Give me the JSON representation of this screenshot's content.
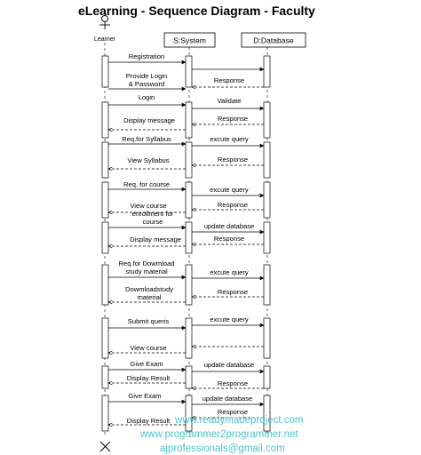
{
  "title": "eLearning - Sequence Diagram - Faculty",
  "participants": {
    "actor": "Learner",
    "system": "S:System",
    "database": "D:Database"
  },
  "messages": [
    {
      "label": [
        "Registration"
      ],
      "from": "actor",
      "to": "system",
      "kind": "sync"
    },
    {
      "label": [
        "Provide Login",
        "& Password"
      ],
      "from": "actor",
      "to": "system",
      "kind": "sync"
    },
    {
      "label": [
        "Response"
      ],
      "from": "database",
      "to": "system",
      "kind": "return"
    },
    {
      "label": [
        "Login"
      ],
      "from": "actor",
      "to": "system",
      "kind": "sync"
    },
    {
      "label": [
        "Validate"
      ],
      "from": "system",
      "to": "database",
      "kind": "sync"
    },
    {
      "label": [
        "Response"
      ],
      "from": "database",
      "to": "system",
      "kind": "return"
    },
    {
      "label": [
        "Display message"
      ],
      "from": "system",
      "to": "actor",
      "kind": "return"
    },
    {
      "label": [
        "Req.for Syllabus"
      ],
      "from": "actor",
      "to": "system",
      "kind": "sync"
    },
    {
      "label": [
        "excute query"
      ],
      "from": "system",
      "to": "database",
      "kind": "sync"
    },
    {
      "label": [
        "Response"
      ],
      "from": "database",
      "to": "system",
      "kind": "return"
    },
    {
      "label": [
        "View Syllabus"
      ],
      "from": "system",
      "to": "actor",
      "kind": "return"
    },
    {
      "label": [
        "Req. for course"
      ],
      "from": "actor",
      "to": "system",
      "kind": "sync"
    },
    {
      "label": [
        "excute query"
      ],
      "from": "system",
      "to": "database",
      "kind": "sync"
    },
    {
      "label": [
        "Response"
      ],
      "from": "database",
      "to": "system",
      "kind": "return"
    },
    {
      "label": [
        "View course"
      ],
      "from": "system",
      "to": "actor",
      "kind": "return"
    },
    {
      "label": [
        "enrollment for",
        "course"
      ],
      "from": "actor",
      "to": "system",
      "kind": "sync"
    },
    {
      "label": [
        "update database"
      ],
      "from": "system",
      "to": "database",
      "kind": "sync"
    },
    {
      "label": [
        "Response"
      ],
      "from": "database",
      "to": "system",
      "kind": "return"
    },
    {
      "label": [
        "Display message"
      ],
      "from": "system",
      "to": "actor",
      "kind": "return"
    },
    {
      "label": [
        "Req.for Dowmload",
        "study material"
      ],
      "from": "actor",
      "to": "system",
      "kind": "sync"
    },
    {
      "label": [
        "excute query"
      ],
      "from": "system",
      "to": "database",
      "kind": "sync"
    },
    {
      "label": [
        "Response"
      ],
      "from": "database",
      "to": "system",
      "kind": "return"
    },
    {
      "label": [
        "Dowmloadstudy",
        "material"
      ],
      "from": "system",
      "to": "actor",
      "kind": "return"
    },
    {
      "label": [
        "Submit queris"
      ],
      "from": "actor",
      "to": "system",
      "kind": "sync"
    },
    {
      "label": [
        "excute query"
      ],
      "from": "system",
      "to": "database",
      "kind": "sync"
    },
    {
      "label": [
        "View course"
      ],
      "from": "system",
      "to": "actor",
      "kind": "return"
    },
    {
      "label": [
        "Give Exam"
      ],
      "from": "actor",
      "to": "system",
      "kind": "sync"
    },
    {
      "label": [
        "update database"
      ],
      "from": "system",
      "to": "database",
      "kind": "sync"
    },
    {
      "label": [
        "Display Result"
      ],
      "from": "system",
      "to": "actor",
      "kind": "return"
    },
    {
      "label": [
        "Response"
      ],
      "from": "database",
      "to": "system",
      "kind": "return"
    },
    {
      "label": [
        "Give Exam"
      ],
      "from": "actor",
      "to": "system",
      "kind": "sync"
    },
    {
      "label": [
        "update database"
      ],
      "from": "system",
      "to": "database",
      "kind": "sync"
    },
    {
      "label": [
        "Response"
      ],
      "from": "database",
      "to": "system",
      "kind": "return"
    },
    {
      "label": [
        "Display Result"
      ],
      "from": "system",
      "to": "actor",
      "kind": "return"
    }
  ],
  "watermark": [
    "www.readymadeproject.com",
    "www.programmer2programmer.net",
    "ajprofessionals@gmail.com"
  ],
  "colors": {
    "line": "#000000",
    "activation_fill": "#ffffff",
    "watermark": "#4fc3c9"
  }
}
